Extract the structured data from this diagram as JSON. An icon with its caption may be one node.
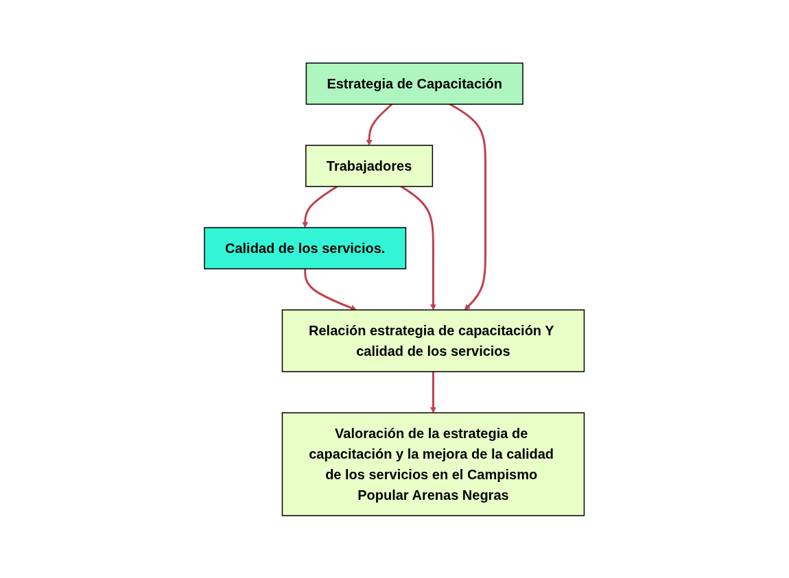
{
  "diagram": {
    "nodes": [
      {
        "text": [
          "Estrategia de Capacitación"
        ]
      },
      {
        "text": [
          "Trabajadores"
        ]
      },
      {
        "text": [
          "Calidad de los servicios."
        ]
      },
      {
        "text": [
          "Relación estrategia de capacitación Y calidad de los servicios"
        ]
      },
      {
        "text": [
          "Valoración de la estrategia de capacitación y la mejora de la calidad de los servicios en el Campismo Popular Arenas Negras"
        ]
      }
    ],
    "edges": [
      {
        "from": 0,
        "to": 1,
        "arrow": "to"
      },
      {
        "from": 1,
        "to": 2,
        "arrow": "to"
      },
      {
        "from": 1,
        "to": 3,
        "arrow": "to"
      },
      {
        "from": 0,
        "to": 3,
        "arrow": "to"
      },
      {
        "from": 2,
        "to": 3,
        "arrow": "to"
      },
      {
        "from": 3,
        "to": 4,
        "arrow": "to"
      }
    ]
  }
}
